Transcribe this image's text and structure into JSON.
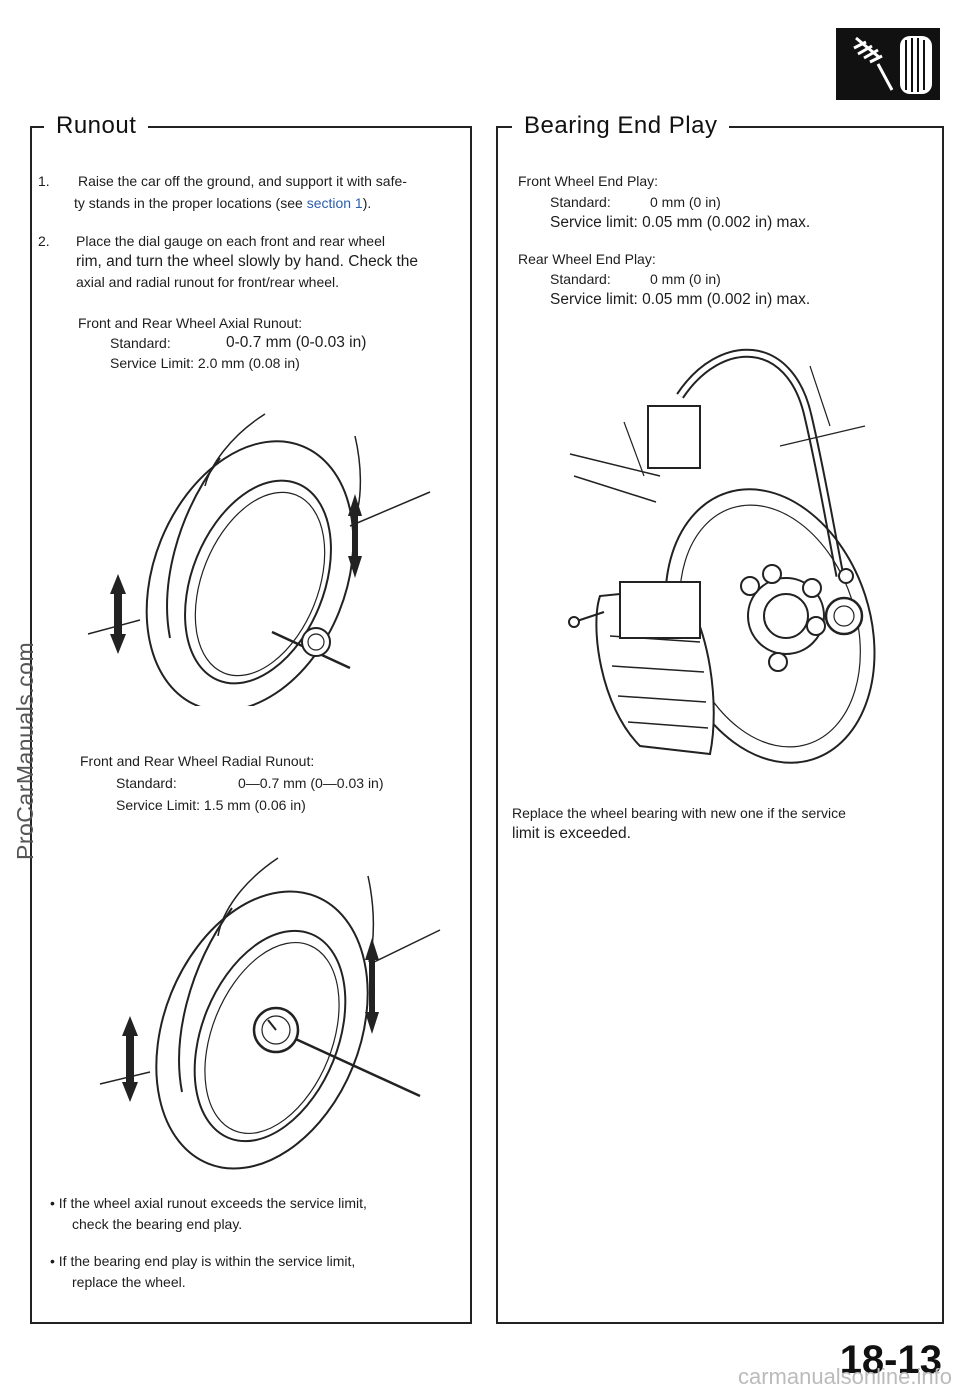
{
  "header": {
    "icon": "shock-absorber-and-tire-icon"
  },
  "watermark_left": "ProCarManuals.com",
  "watermark_bottom": "carmanualsonline.info",
  "page_number": "18-13",
  "runout": {
    "title": "Runout",
    "step1_num": "1.",
    "step1_line1": "Raise the car off the ground, and support it with safe-",
    "step1_line2_pre": "ty stands in the proper locations (see ",
    "step1_link": "section 1",
    "step1_line2_post": ").",
    "step2_num": "2.",
    "step2_line1": "Place the dial gauge on each front and rear wheel",
    "step2_line2": "rim, and turn the wheel slowly by hand. Check the",
    "step2_line3": "axial and radial runout for front/rear wheel.",
    "axial": {
      "heading": "Front and Rear Wheel Axial Runout:",
      "standard_label": "Standard:",
      "standard_value": "0-0.7 mm (0-0.03 in)",
      "limit": "Service Limit: 2.0 mm (0.08 in)"
    },
    "radial": {
      "heading": "Front and Rear Wheel Radial Runout:",
      "standard_label": "Standard:",
      "standard_value": "0—0.7 mm (0—0.03 in)",
      "limit": "Service Limit: 1.5 mm (0.06 in)"
    },
    "note1_line1": "• If the wheel axial runout exceeds the service limit,",
    "note1_line2": "check the bearing end play.",
    "note2_line1": "• If the bearing end play is within the service limit,",
    "note2_line2": "replace the wheel."
  },
  "bearing": {
    "title": "Bearing End Play",
    "front_heading": "Front Wheel End Play:",
    "front_standard_label": "Standard:",
    "front_standard_value": "0 mm (0 in)",
    "front_limit": "Service limit: 0.05 mm (0.002 in) max.",
    "rear_heading": "Rear Wheel End Play:",
    "rear_standard_label": "Standard:",
    "rear_standard_value": "0 mm (0 in)",
    "rear_limit": "Service limit: 0.05 mm (0.002 in) max.",
    "replace_line1": "Replace the wheel bearing with new one if the service",
    "replace_line2": "limit is exceeded."
  }
}
